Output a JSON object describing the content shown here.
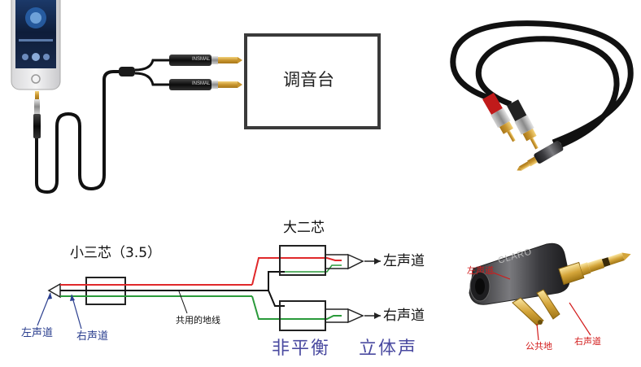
{
  "top": {
    "mixer_label": "调音台",
    "plug_brand": "INSMAL"
  },
  "wiring": {
    "small_3core_label": "小三芯（3.5）",
    "big_2core_label": "大二芯",
    "right_out_left_channel": "左声道",
    "right_out_right_channel": "右声道",
    "tip_left_channel": "左声道",
    "tip_right_channel": "右声道",
    "shared_ground": "共用的地线",
    "unbalanced": "非平衡",
    "stereo": "立体声"
  },
  "plug_photo": {
    "left_channel": "左声道",
    "common_ground": "公共地",
    "right_channel": "右声道",
    "brand_mark": "CLARO"
  },
  "colors": {
    "left_wire": "#e0282a",
    "right_wire": "#2a9a3a",
    "ground_wire": "#111111",
    "label_blue": "#2b3f8f",
    "annotation_red": "#d21a1a"
  }
}
